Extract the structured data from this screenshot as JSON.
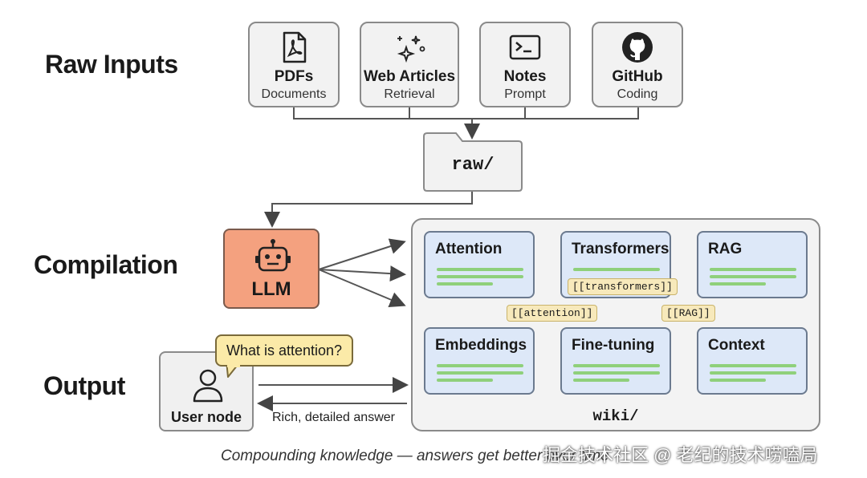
{
  "sections": {
    "raw_inputs": "Raw Inputs",
    "compilation": "Compilation",
    "output": "Output"
  },
  "sources": [
    {
      "title": "PDFs",
      "subtitle": "Documents",
      "icon": "pdf-icon"
    },
    {
      "title": "Web Articles",
      "subtitle": "Retrieval",
      "icon": "sparkle-icon"
    },
    {
      "title": "Notes",
      "subtitle": "Prompt",
      "icon": "terminal-icon"
    },
    {
      "title": "GitHub",
      "subtitle": "Coding",
      "icon": "github-icon"
    }
  ],
  "raw_folder": "raw/",
  "llm_label": "LLM",
  "wiki": {
    "label": "wiki/",
    "cards": [
      "Attention",
      "Transformers",
      "RAG",
      "Embeddings",
      "Fine-tuning",
      "Context"
    ],
    "links": {
      "transformers": "[[transformers]]",
      "attention": "[[attention]]",
      "rag": "[[RAG]]"
    }
  },
  "user": {
    "label": "User node",
    "question": "What is attention?",
    "answer": "Rich, detailed answer"
  },
  "footer": "Compounding knowledge — answers get better over time",
  "watermark": "掘金技术社区 @ 老纪的技术唠嗑局",
  "colors": {
    "llm": "#f4a17f",
    "card": "#dde8f8",
    "green_line": "#8fd07b",
    "tag": "#f7e9bb",
    "bubble": "#fbeaa8"
  }
}
